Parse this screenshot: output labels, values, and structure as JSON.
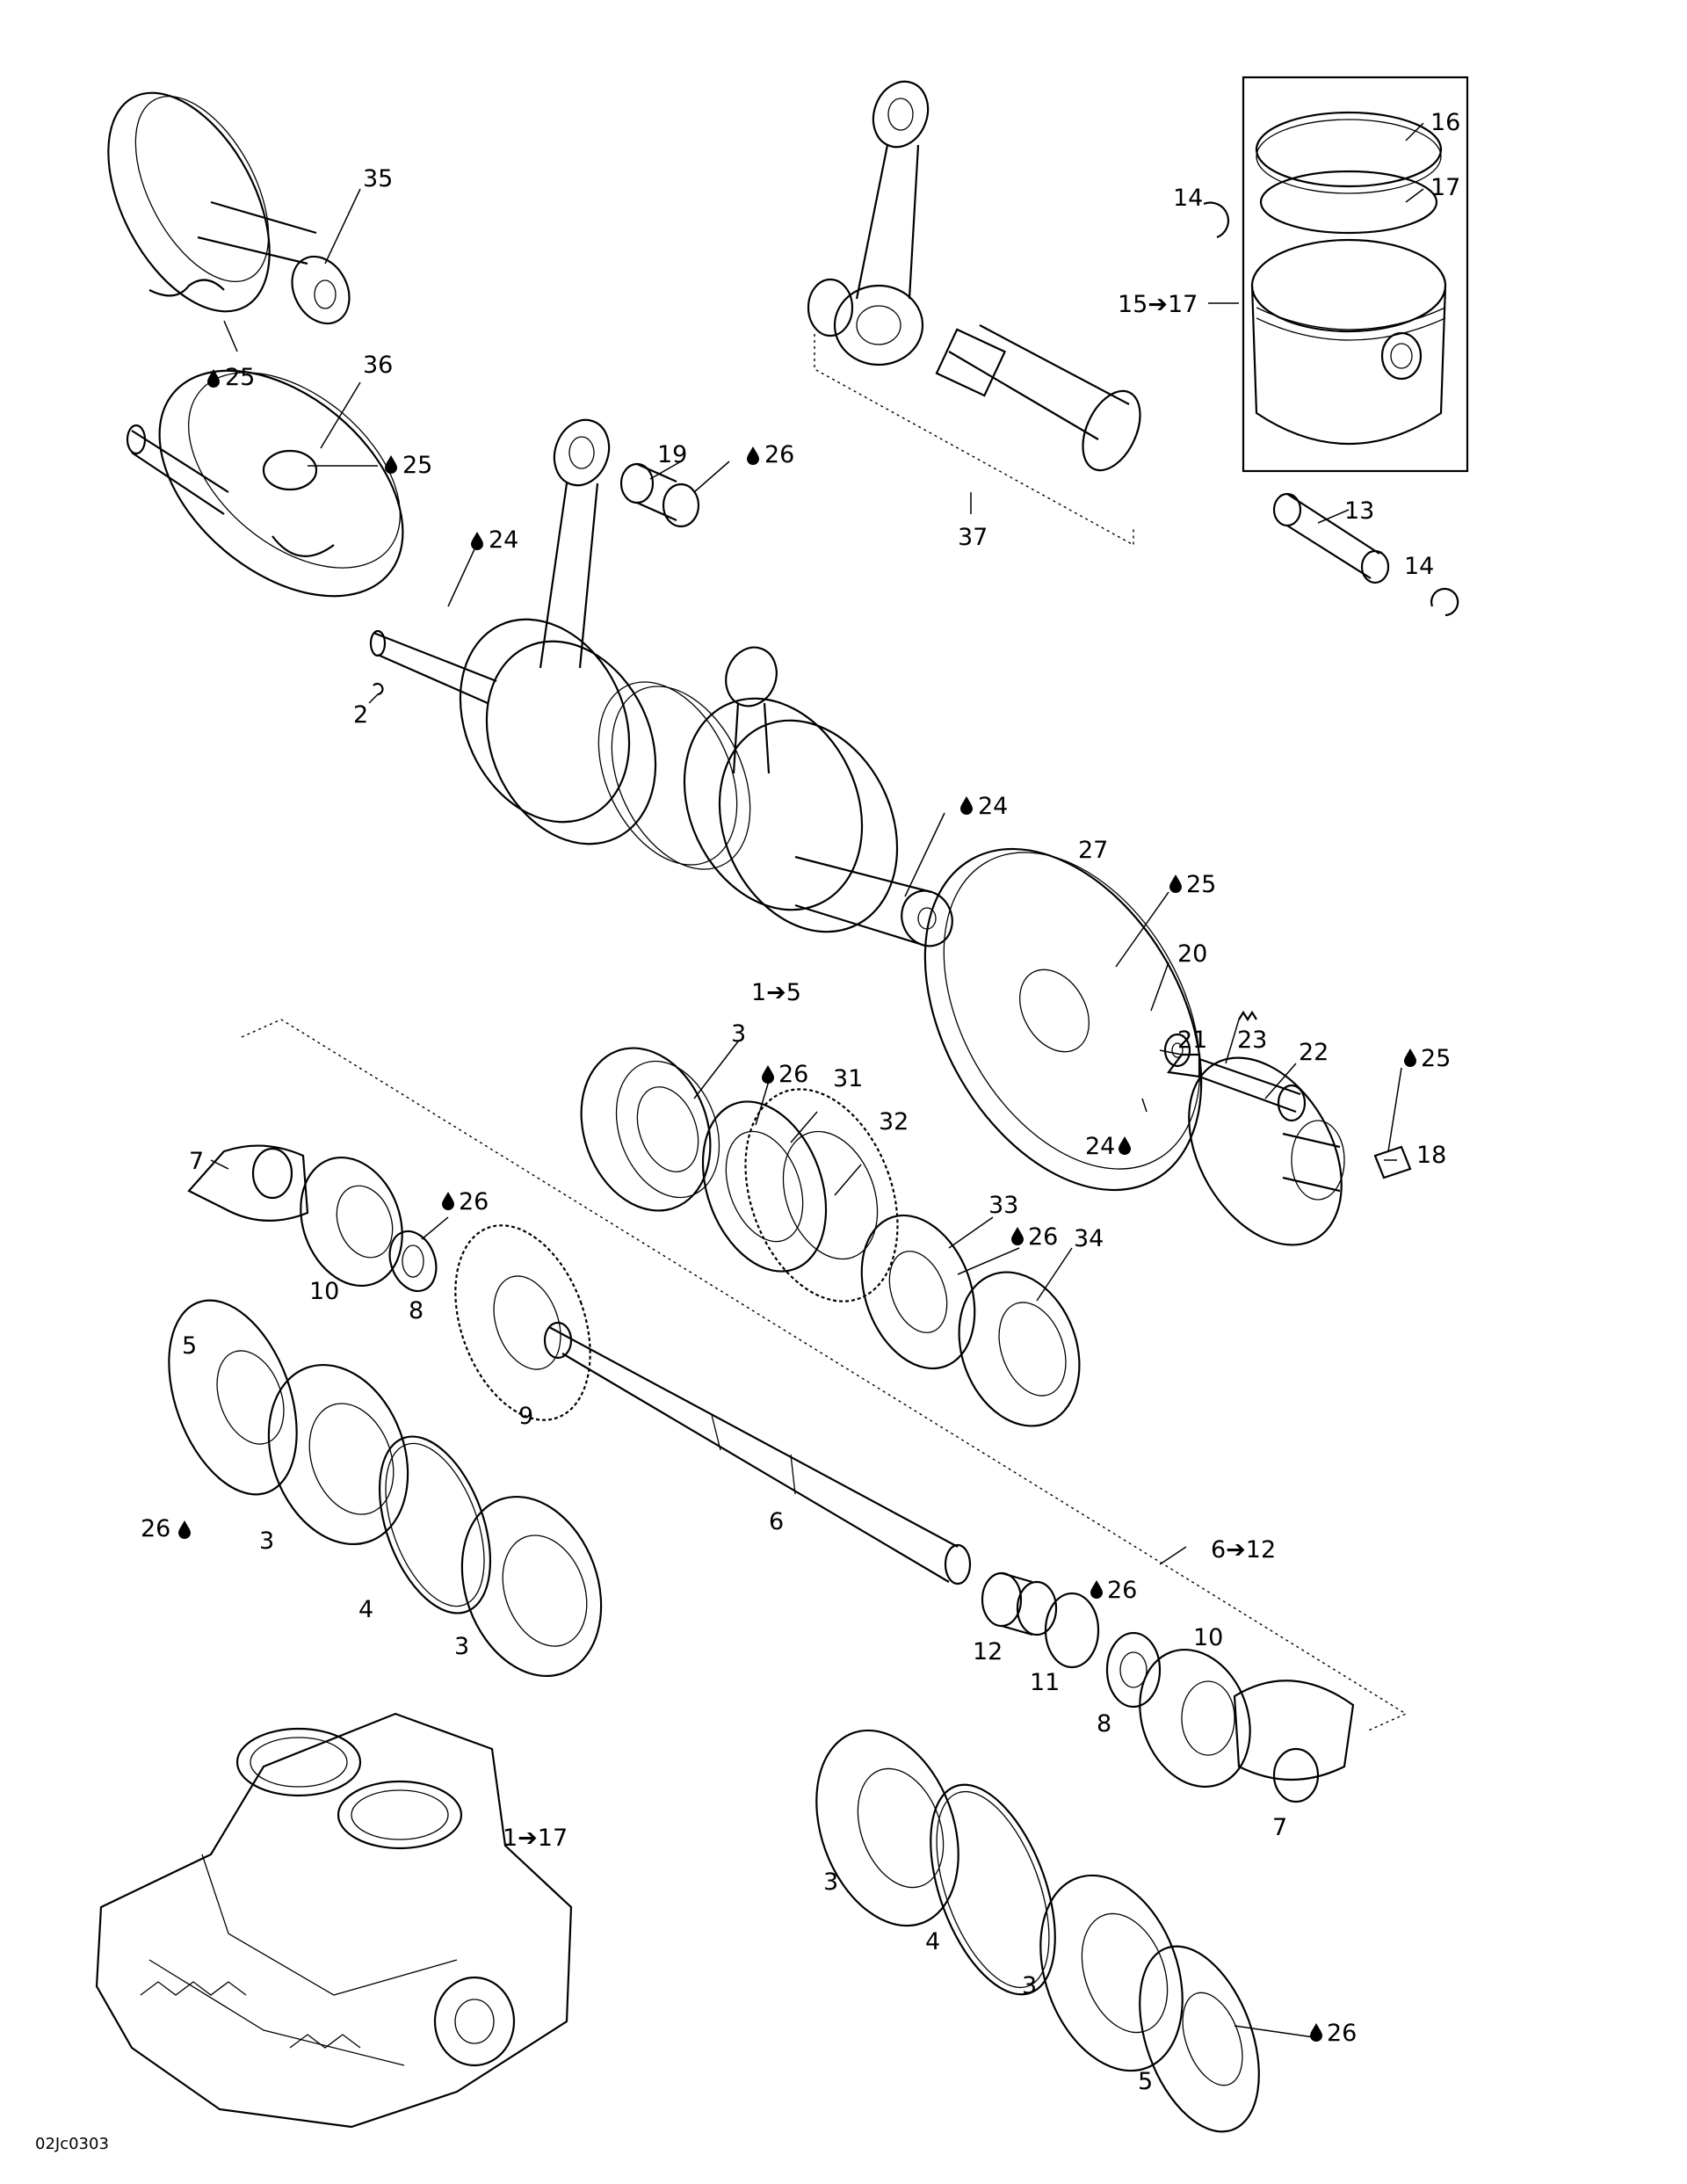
{
  "figure_code": "02Jc0303",
  "drop_symbol": "oil-drop-icon",
  "callouts": {
    "c35": "35",
    "c25a": "25",
    "c36": "36",
    "c25b": "25",
    "c24a": "24",
    "c19": "19",
    "c26a": "26",
    "c2": "2",
    "c37": "37",
    "c16": "16",
    "c17": "17",
    "c14a": "14",
    "c15_17": "15➔17",
    "c13": "13",
    "c14b": "14",
    "c24b": "24",
    "c27": "27",
    "c25c": "25",
    "c20": "20",
    "c1_5": "1➔5",
    "c21": "21",
    "c23": "23",
    "c22": "22",
    "c25d": "25",
    "c18": "18",
    "c24c": "24",
    "c3a": "3",
    "c26b": "26",
    "c31": "31",
    "c32": "32",
    "c7a": "7",
    "c26c": "26",
    "c10a": "10",
    "c8a": "8",
    "c33": "33",
    "c26d": "26",
    "c34": "34",
    "c5a": "5",
    "c9": "9",
    "c26e": "26",
    "c3b": "3",
    "c6": "6",
    "c6_12": "6➔12",
    "c4a": "4",
    "c3c": "3",
    "c26f": "26",
    "c12": "12",
    "c11": "11",
    "c10b": "10",
    "c8b": "8",
    "c1_17": "1➔17",
    "c7b": "7",
    "c3d": "3",
    "c4b": "4",
    "c3e": "3",
    "c5b": "5",
    "c26g": "26"
  }
}
